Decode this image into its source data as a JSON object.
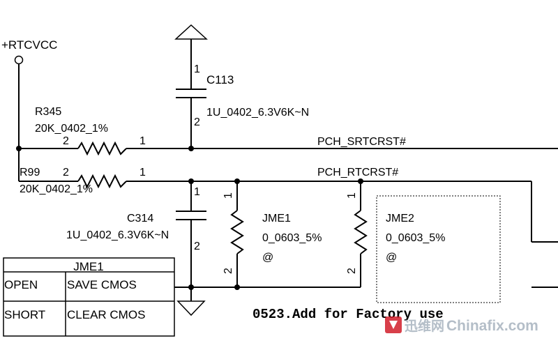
{
  "power_net": "+RTCVCC",
  "nets": {
    "srtcrst": "PCH_SRTCRST#",
    "rtcrst": "PCH_RTCRST#"
  },
  "components": {
    "c113": {
      "ref": "C113",
      "value": "1U_0402_6.3V6K~N",
      "pin1": "1",
      "pin2": "2"
    },
    "r345": {
      "ref": "R345",
      "value": "20K_0402_1%",
      "pin1": "1",
      "pin2": "2"
    },
    "r99": {
      "ref": "R99",
      "value": "20K_0402_1%",
      "pin1": "1",
      "pin2": "2"
    },
    "c314": {
      "ref": "C314",
      "value": "1U_0402_6.3V6K~N",
      "pin1": "1",
      "pin2": "2"
    },
    "jme1": {
      "ref": "JME1",
      "value": "0_0603_5%",
      "mark": "@",
      "pin1": "1",
      "pin2": "2"
    },
    "jme2": {
      "ref": "JME2",
      "value": "0_0603_5%",
      "mark": "@",
      "pin1": "1",
      "pin2": "2"
    }
  },
  "jumper_table": {
    "title": "JME1",
    "rows": [
      {
        "state": "OPEN",
        "action": "SAVE CMOS"
      },
      {
        "state": "SHORT",
        "action": "CLEAR CMOS"
      }
    ]
  },
  "note": "0523.Add for Factory use",
  "watermark": {
    "cn": "迅维网",
    "en": "Chinafix.com"
  }
}
